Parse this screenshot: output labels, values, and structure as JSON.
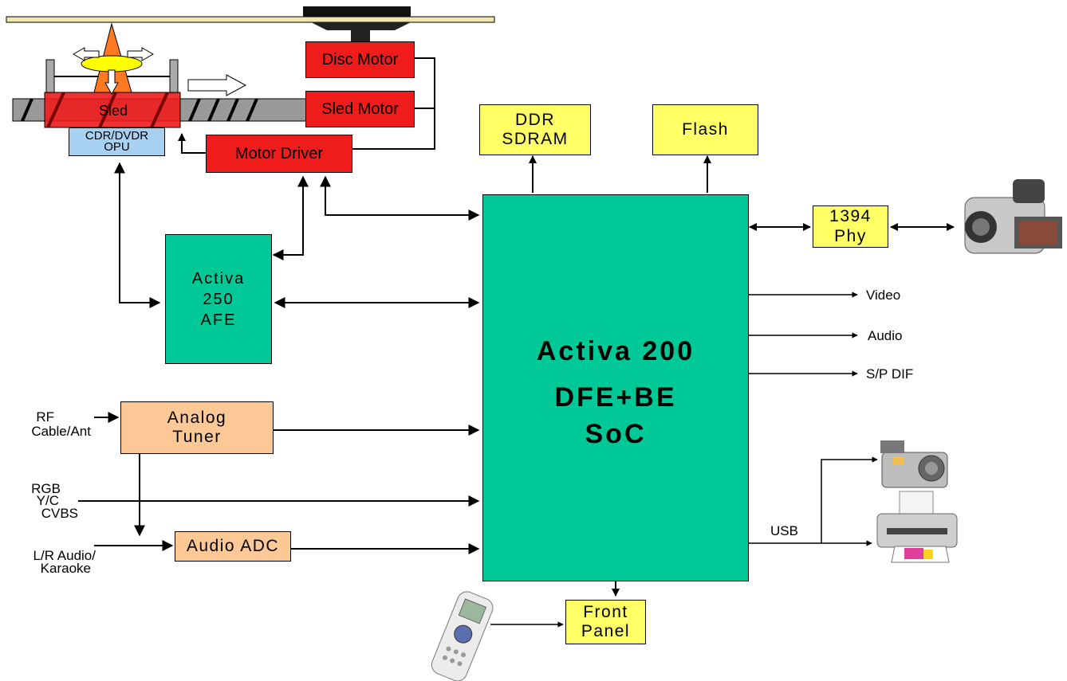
{
  "blocks": {
    "disc_motor": "Disc Motor",
    "sled_motor": "Sled Motor",
    "motor_driver": "Motor Driver",
    "sled": "Sled",
    "opu": "CDR/DVDR\nOPU",
    "ddr": "DDR\nSDRAM",
    "flash": "Flash",
    "phy": "1394\nPhy",
    "afe": "Activa\n250\nAFE",
    "tuner": "Analog\nTuner",
    "audio_adc": "Audio ADC",
    "front_panel": "Front\nPanel"
  },
  "soc": {
    "line1": "Activa 200",
    "line2": "DFE+BE",
    "line3": "SoC"
  },
  "inputs": {
    "rf": "RF",
    "cable_ant": "Cable/Ant",
    "rgb": "RGB",
    "yc": "Y/C",
    "cvbs": "CVBS",
    "lr_audio": "L/R Audio/",
    "karaoke": "Karaoke"
  },
  "outputs": {
    "video": "Video",
    "audio": "Audio",
    "spdif": "S/P DIF",
    "usb": "USB"
  },
  "colors": {
    "motor_red": "#ef1c1c",
    "memory_yellow": "#ffff66",
    "soc_green": "#00c896",
    "frontend_peach": "#fcc896",
    "opu_blue": "#a8d0f0"
  }
}
